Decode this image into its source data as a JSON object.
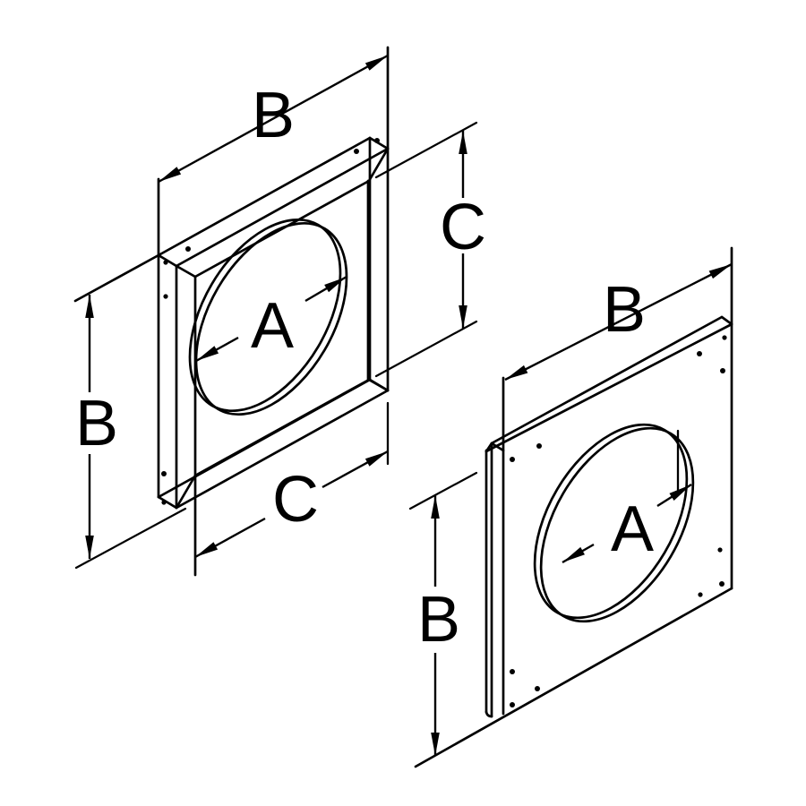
{
  "colors": {
    "background": "#ffffff",
    "ink": "#000000"
  },
  "labels": {
    "front_view": {
      "width_b": "B",
      "height_b": "B",
      "diameter_a": "A",
      "opening_c_right": "C",
      "opening_c_bottom": "C"
    },
    "rear_view": {
      "width_b": "B",
      "height_b": "B",
      "diameter_a": "A"
    }
  }
}
